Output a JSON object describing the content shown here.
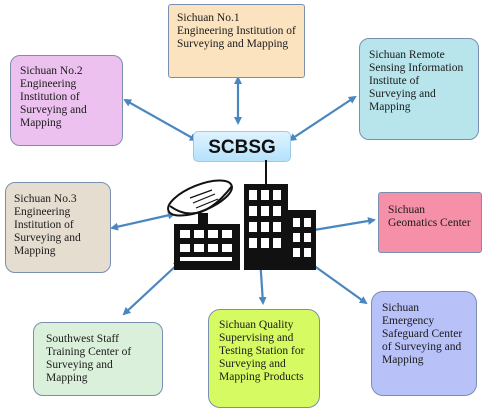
{
  "hub": {
    "label": "SCBSG"
  },
  "nodes": [
    {
      "id": "no1",
      "text": "Sichuan No.1 Engineering Institution of Surveying and Mapping",
      "fill": "#fbe3bf"
    },
    {
      "id": "no2",
      "text": "Sichuan No.2 Engineering Institution of Surveying and Mapping",
      "fill": "#ecc1ef"
    },
    {
      "id": "remote",
      "text": "Sichuan Remote Sensing Information Institute of Surveying and Mapping",
      "fill": "#b8e4ec"
    },
    {
      "id": "no3",
      "text": "Sichuan No.3 Engineering Institution of Surveying and Mapping",
      "fill": "#e6ddd1"
    },
    {
      "id": "geomatics",
      "text": "Sichuan Geomatics Center",
      "fill": "#f590a8"
    },
    {
      "id": "southwest",
      "text": "Southwest Staff Training Center of Surveying and Mapping",
      "fill": "#daf0db"
    },
    {
      "id": "quality",
      "text": "Sichuan Quality Supervising and Testing Station for Surveying and Mapping Products",
      "fill": "#d6fa62"
    },
    {
      "id": "emergency",
      "text": "Sichuan Emergency Safeguard Center of Surveying and Mapping",
      "fill": "#b8c1f8"
    }
  ],
  "arrow_color": "#4a86c0"
}
